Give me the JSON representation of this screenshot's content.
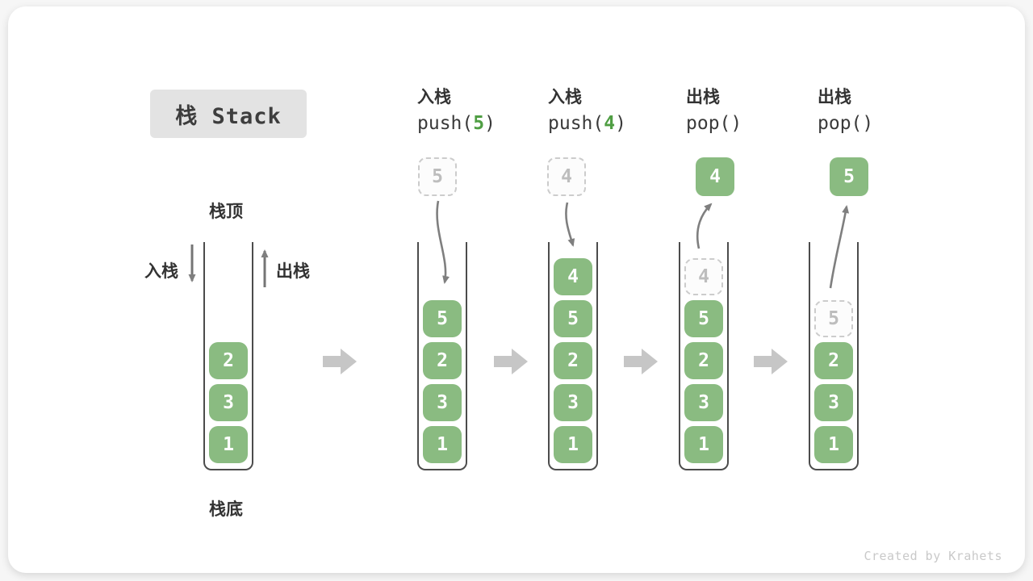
{
  "title": "栈 Stack",
  "labels": {
    "stack_top": "栈顶",
    "stack_bottom": "栈底",
    "push_label": "入栈",
    "pop_label": "出栈"
  },
  "steps": [
    {
      "name": "入栈",
      "code_pre": "push(",
      "code_arg": "5",
      "code_post": ")"
    },
    {
      "name": "入栈",
      "code_pre": "push(",
      "code_arg": "4",
      "code_post": ")"
    },
    {
      "name": "出栈",
      "code_pre": "pop(",
      "code_arg": "",
      "code_post": ")"
    },
    {
      "name": "出栈",
      "code_pre": "pop(",
      "code_arg": "",
      "code_post": ")"
    }
  ],
  "stacks": {
    "initial": {
      "items": [
        "2",
        "3",
        "1"
      ]
    },
    "after_push5": {
      "incoming": "5",
      "items": [
        "5",
        "2",
        "3",
        "1"
      ]
    },
    "after_push4": {
      "incoming": "4",
      "items": [
        "4",
        "5",
        "2",
        "3",
        "1"
      ]
    },
    "after_pop4": {
      "popped": "4",
      "ghost": "4",
      "items": [
        "5",
        "2",
        "3",
        "1"
      ]
    },
    "after_pop5": {
      "popped": "5",
      "ghost": "5",
      "items": [
        "2",
        "3",
        "1"
      ]
    }
  },
  "watermark": "Created by Krahets",
  "colors": {
    "box_green": "#8abb81",
    "code_green": "#4f9e43",
    "step_arrow_gray": "#c6c6c6",
    "motion_arrow_gray": "#7f7f7f",
    "wall_gray": "#4c4c4c",
    "chip_gray": "#e3e3e3"
  }
}
